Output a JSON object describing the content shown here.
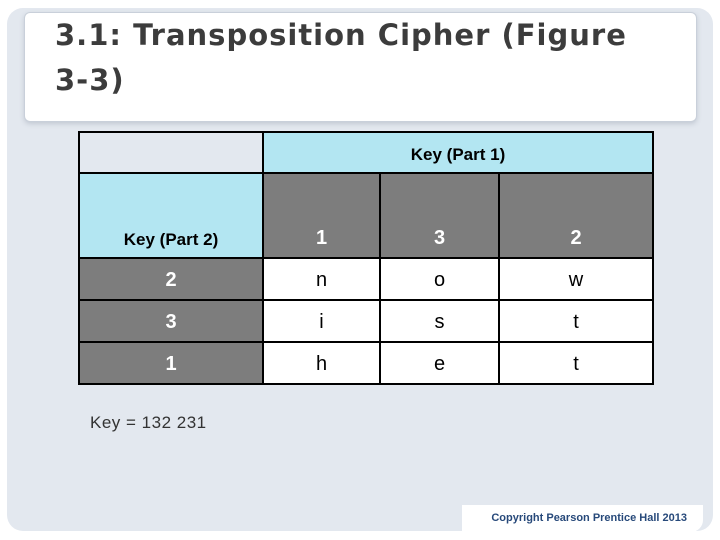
{
  "slide": {
    "title": "3.1: Transposition Cipher (Figure 3-3)",
    "title_lines": [
      "3.1: Transposition Cipher (Figure",
      "3-3)"
    ],
    "key_note": "Key = 132 231",
    "copyright": "Copyright Pearson Prentice Hall 2013"
  },
  "table": {
    "part1_header": "Key (Part 1)",
    "part2_header": "Key (Part 2)",
    "part1_keys": [
      "1",
      "3",
      "2"
    ],
    "rows": [
      {
        "part2_key": "2",
        "letters": [
          "n",
          "o",
          "w"
        ]
      },
      {
        "part2_key": "3",
        "letters": [
          "i",
          "s",
          "t"
        ]
      },
      {
        "part2_key": "1",
        "letters": [
          "h",
          "e",
          "t"
        ]
      }
    ]
  },
  "colors": {
    "panel_bg": "#e3e8ef",
    "header_blue": "#b3e6f2",
    "cell_gray": "#7d7d7d",
    "table_border": "#000000",
    "title_text": "#3c3c3c",
    "copyright_text": "#27497a"
  }
}
